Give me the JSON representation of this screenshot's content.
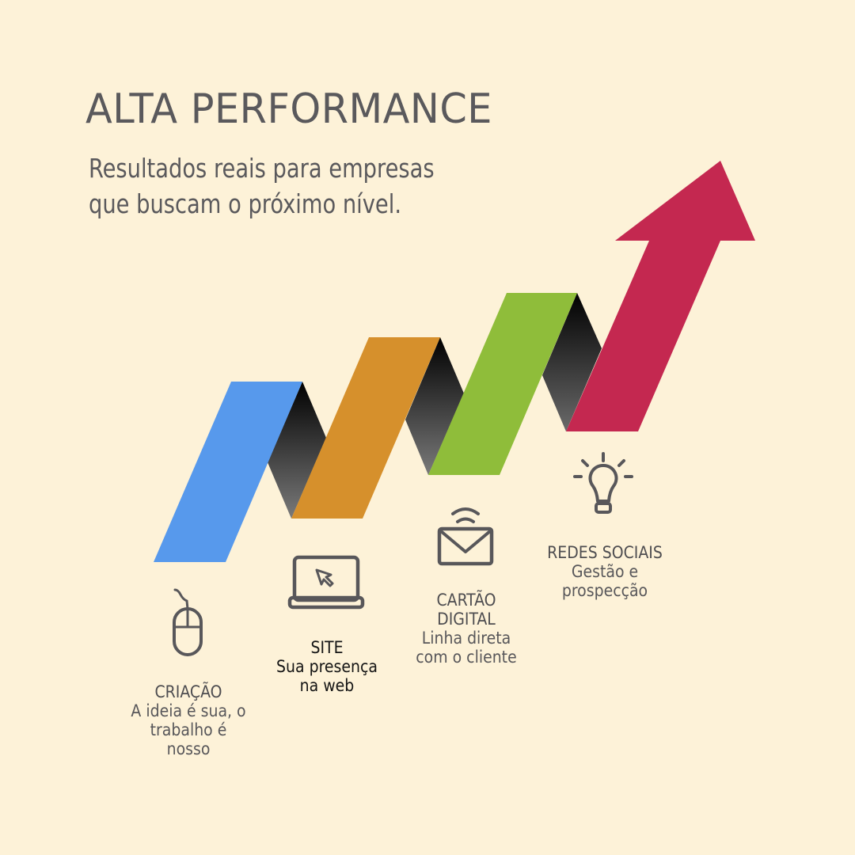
{
  "header": {
    "title": "ALTA PERFORMANCE",
    "subtitle_lines": [
      "Resultados reais para empresas",
      "que buscam o próximo nível."
    ]
  },
  "colors": {
    "background": "#fdf2d8",
    "text": "#5a595c",
    "step1": "#5799ec",
    "step2": "#d6902c",
    "step3": "#8fbd3a",
    "step4": "#c42850",
    "fold_dark": "#000000",
    "fold_light": "#7a7a7a"
  },
  "steps": [
    {
      "icon": "mouse-icon",
      "title": "CRIAÇÃO",
      "desc_lines": [
        "A ideia é sua, o",
        "trabalho é",
        "nosso"
      ]
    },
    {
      "icon": "laptop-icon",
      "title": "SITE",
      "desc_lines": [
        "Sua presença",
        "na web"
      ]
    },
    {
      "icon": "envelope-icon",
      "title_lines": [
        "CARTÃO",
        "DIGITAL"
      ],
      "desc_lines": [
        "Linha direta",
        "com o cliente"
      ]
    },
    {
      "icon": "lightbulb-icon",
      "title": "REDES SOCIAIS",
      "desc_lines": [
        "Gestão e",
        "prospecção"
      ]
    }
  ]
}
